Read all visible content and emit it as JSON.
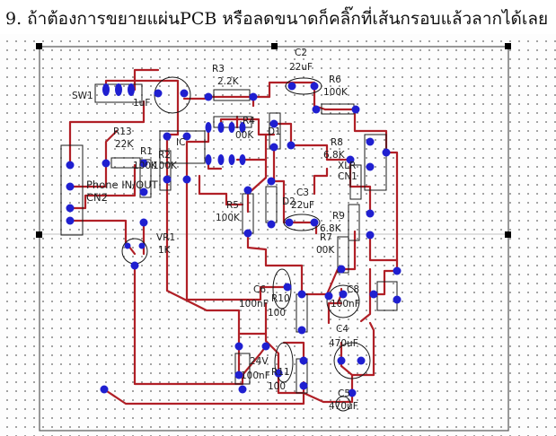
{
  "caption": "9. ถ้าต้องการขยายแผ่นPCB หรือลดขนาดก็คลิ๊กที่เส้นกรอบแล้วลากได้เลย",
  "colors": {
    "trace": "#b01f26",
    "pad": "#1f1fd0",
    "silk": "#1a1a1a",
    "board_outline": "#555555"
  },
  "labels": {
    "sw1": "SW1",
    "r3": "R3",
    "r3_val": "2.2K",
    "c2": "C2",
    "c2_val": "22uF",
    "r6": "R6",
    "r6_val": "100K",
    "c1_val": "1uF",
    "r13": "R13",
    "r13_val": "22K",
    "r2": "R2",
    "r4": "R4",
    "r4_val": "00K",
    "d1": "D1",
    "ic_ref": "IC",
    "r8": "R8",
    "r8_val": "6.8K",
    "xlr": "XLR",
    "cn1": "CN1",
    "r1": "R1",
    "r1_val": "100K",
    "r2_val": "100K",
    "phone": "Phone IN/OUT",
    "cn2": "CN2",
    "c3": "C3",
    "c3_val": "22uF",
    "d2": "D2",
    "r5": "R5",
    "r5_val": "100K",
    "r9": "R9",
    "r9_val": "6.8K",
    "r7": "R7",
    "r7_val": "00K",
    "vr1": "VR1",
    "vr1_val": "1K",
    "c6": "C6",
    "c6_val": "100nF",
    "r10": "R10",
    "r10_val": "100",
    "c8_val": "100nF",
    "c8": "C8",
    "c4": "C4",
    "c4_val": "470uF",
    "v24": "24V",
    "c7_val": "100nF",
    "r11": "R11",
    "r11_val": "100",
    "c5": "C5",
    "c5_val": "470uF"
  }
}
